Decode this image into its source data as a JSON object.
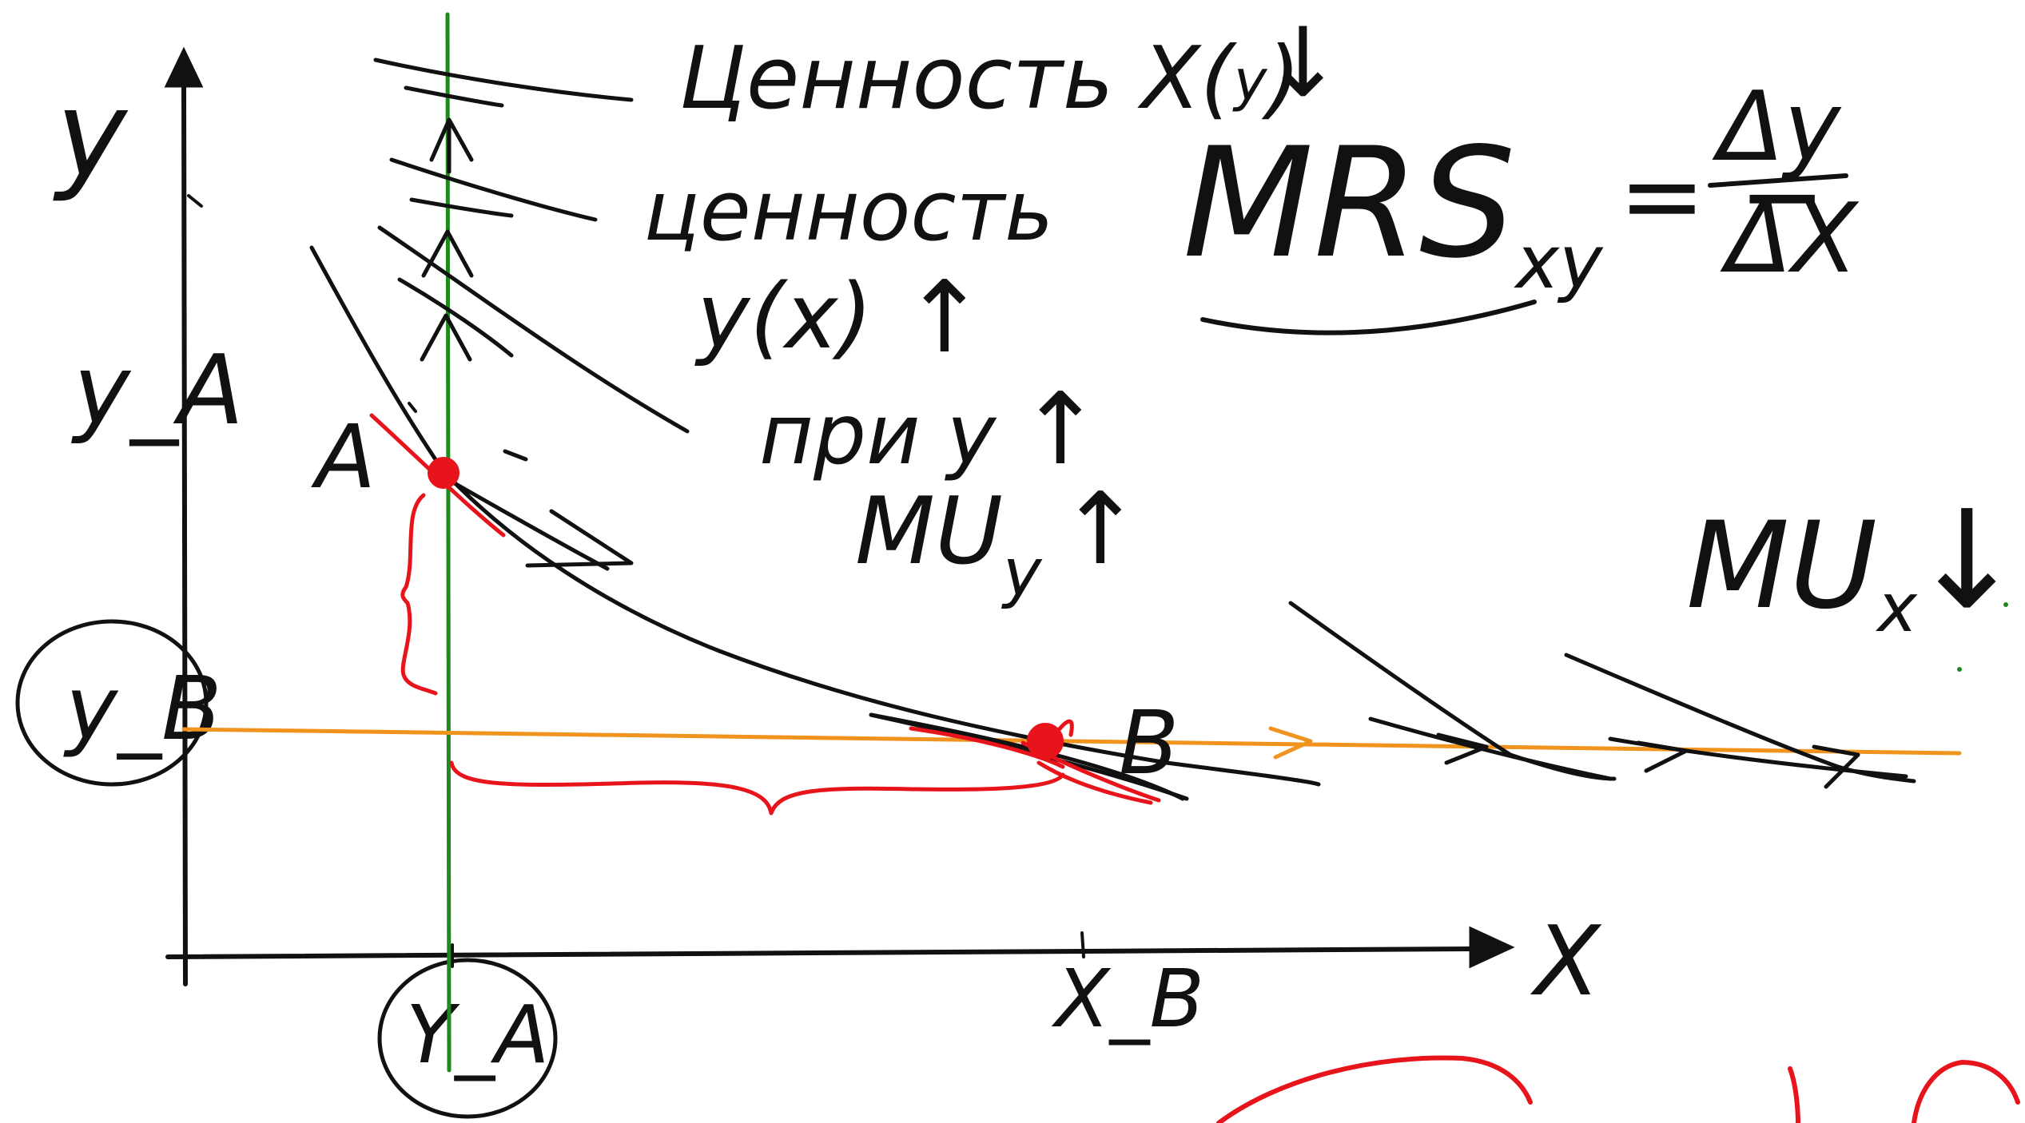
{
  "colors": {
    "ink": "#111111",
    "red": "#e8141b",
    "orange": "#f0931f",
    "green": "#1e8a1e",
    "background": "#ffffff"
  },
  "axes": {
    "y_label": "y",
    "x_label": "X",
    "y_a_label": "y_A",
    "y_b_label": "y_B",
    "x_a_label": "Y_A",
    "x_b_label": "X_B"
  },
  "points": {
    "a_label": "A",
    "b_label": "B"
  },
  "notes": {
    "value_x_prefix": "Ценность X(",
    "value_x_sub": "y",
    "value_x_suffix": ")",
    "arrow_down": "↓",
    "arrow_up": "↑",
    "value_y_word": "ценность",
    "value_y_expr": "y(x)",
    "when_y": "при y",
    "mu_base": "MU",
    "mu_y_sub": "y",
    "mu_x_sub": "x",
    "mrs_base": "MRS",
    "mrs_sub": "xy",
    "mrs_eq": "= −",
    "delta_y": "Δy",
    "delta_x": "ΔX"
  }
}
